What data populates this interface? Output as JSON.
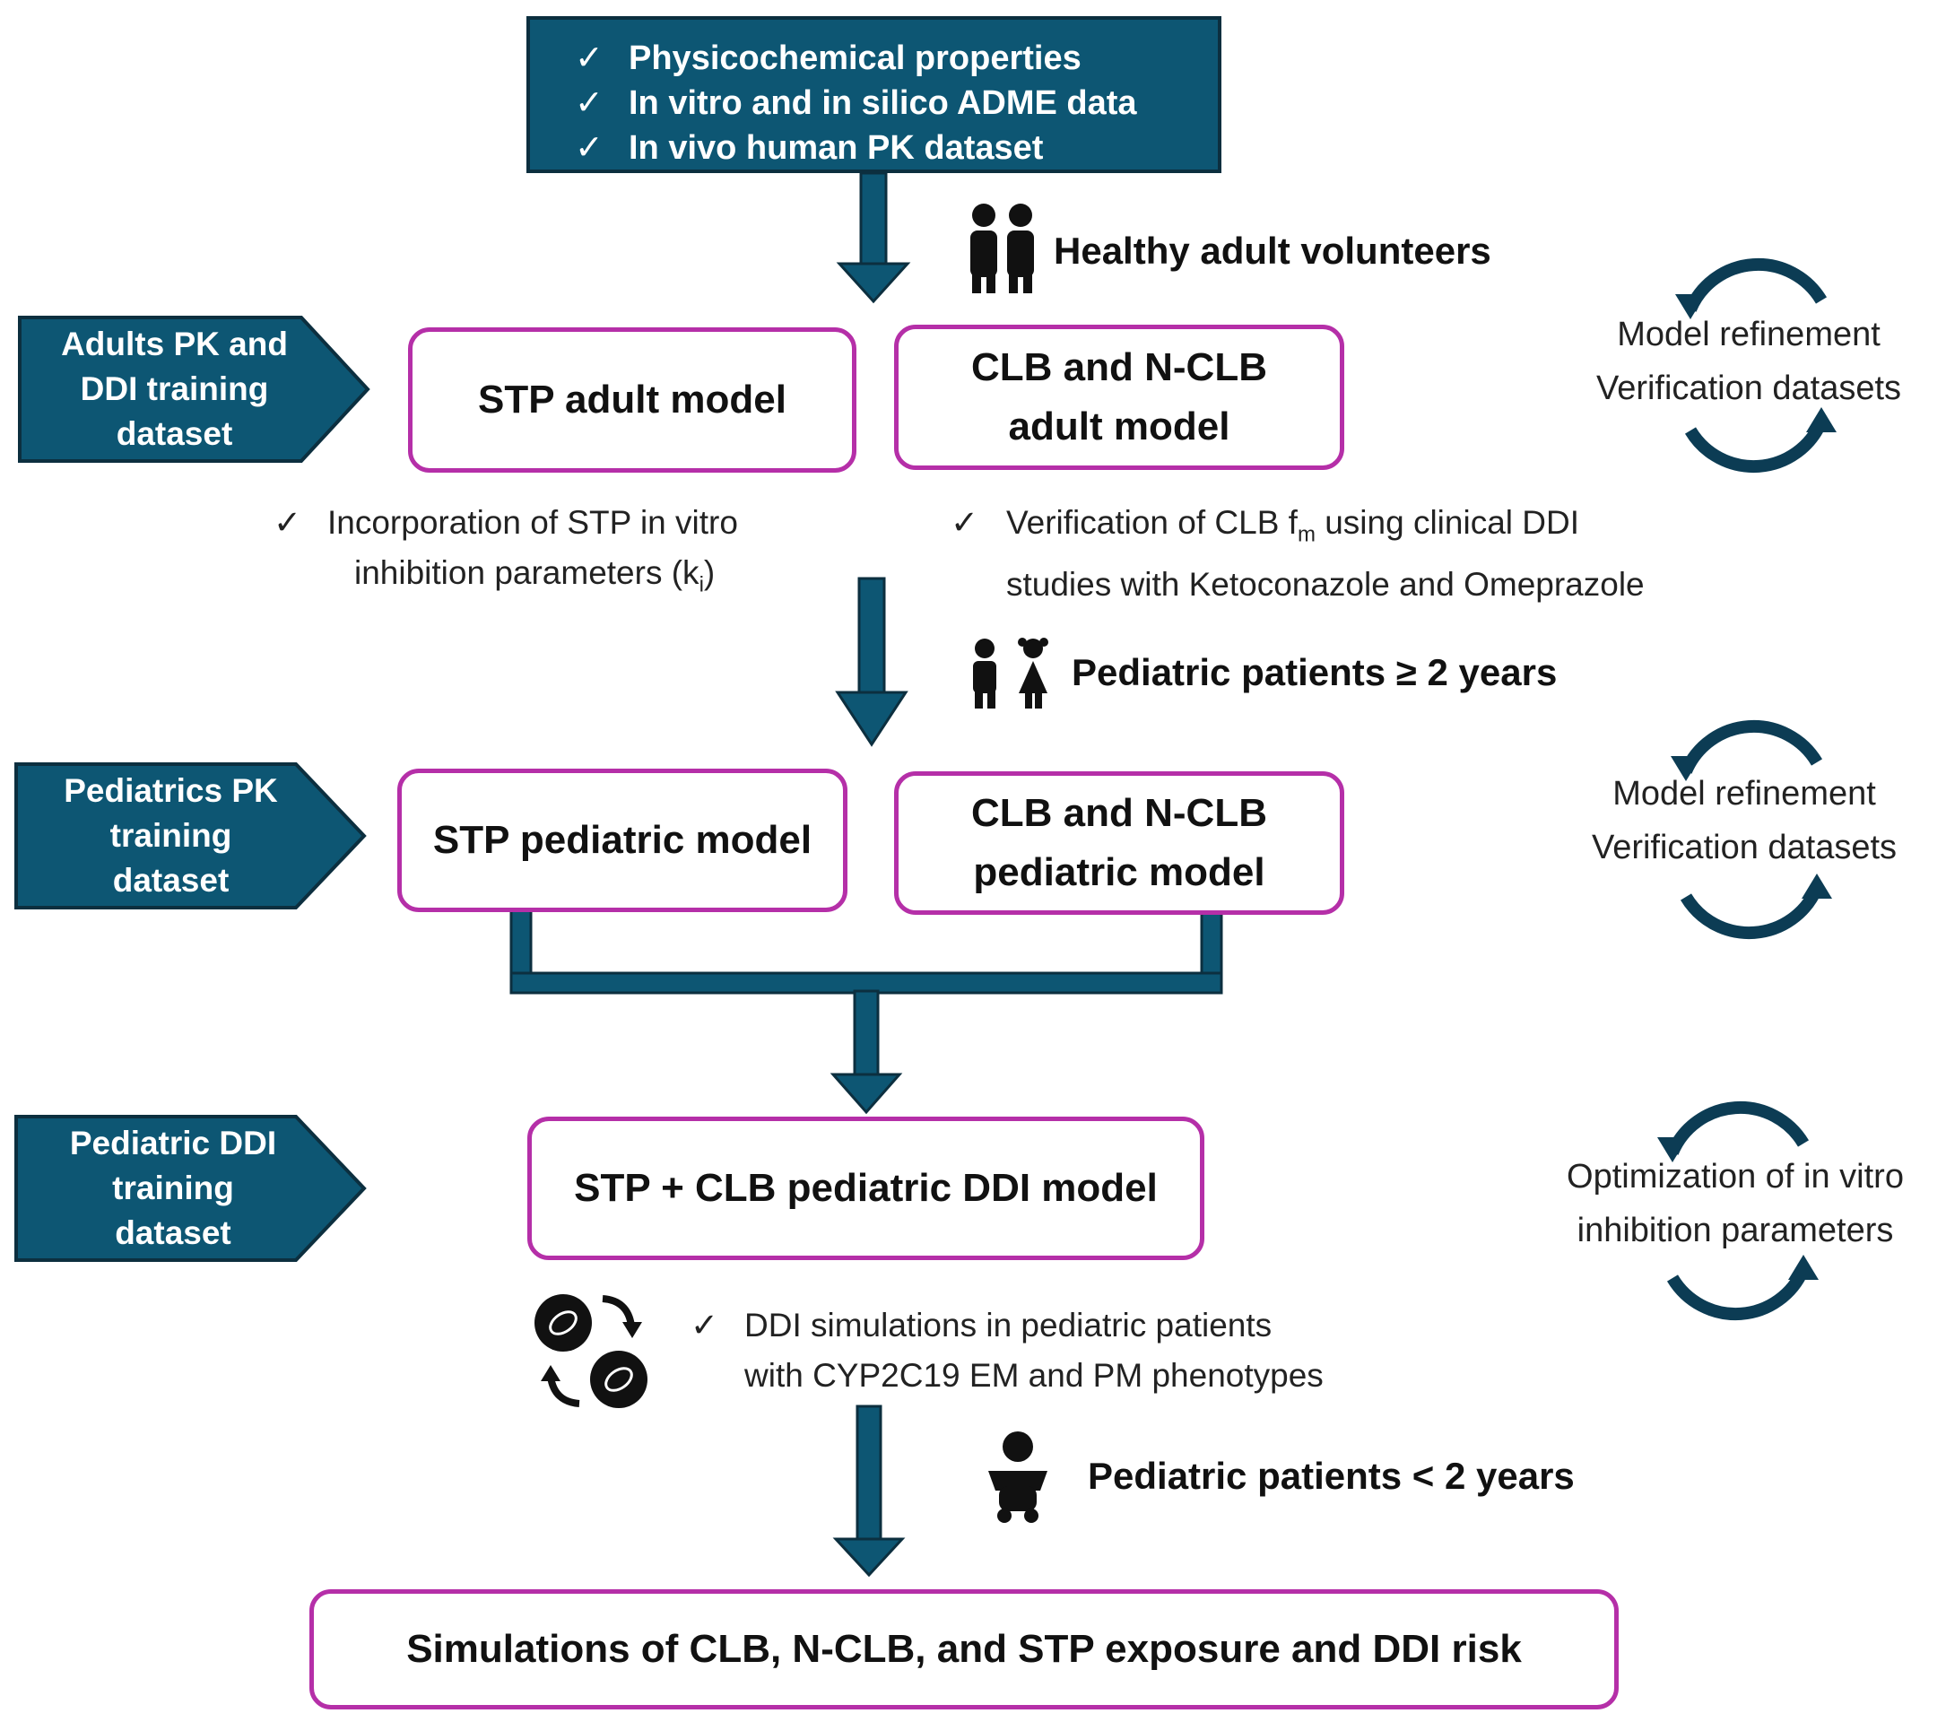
{
  "inputs": {
    "check": "✓",
    "items": [
      "Physicochemical properties",
      "In vitro and in silico ADME data",
      "In vivo human PK dataset"
    ]
  },
  "populations": {
    "adults": "Healthy adult volunteers",
    "peds_over2": "Pediatric patients ≥ 2 years",
    "peds_under2": "Pediatric patients < 2 years"
  },
  "datasets": {
    "adult": [
      "Adults PK and",
      "DDI training",
      "dataset"
    ],
    "pediatric_pk": [
      "Pediatrics PK",
      "training",
      "dataset"
    ],
    "pediatric_ddi": [
      "Pediatric DDI",
      "training",
      "dataset"
    ]
  },
  "models": {
    "stp_adult": "STP adult model",
    "clb_adult": [
      "CLB and N-CLB",
      "adult model"
    ],
    "stp_pediatric": "STP pediatric model",
    "clb_pediatric": [
      "CLB and N-CLB",
      "pediatric model"
    ],
    "ddi_pediatric": "STP + CLB pediatric DDI model",
    "final": "Simulations of CLB, N-CLB, and STP exposure and DDI risk"
  },
  "notes": {
    "check": "✓",
    "stp_line1": "Incorporation of STP in vitro",
    "stp_line2_pre": "inhibition parameters (k",
    "stp_line2_sub": "i",
    "stp_line2_post": ")",
    "clb_line1_pre": "Verification of CLB f",
    "clb_line1_sub": "m",
    "clb_line1_post": " using clinical DDI",
    "clb_line2": "studies with Ketoconazole and Omeprazole",
    "ddi_line1": "DDI simulations in pediatric patients",
    "ddi_line2": "with CYP2C19 EM and PM phenotypes"
  },
  "cycles": {
    "refine_line1": "Model refinement",
    "refine_line2": "Verification datasets",
    "optim_line1": "Optimization of in vitro",
    "optim_line2": "inhibition parameters"
  },
  "colors": {
    "teal": "#0d5673",
    "dark_border": "#0c2f3f",
    "magenta": "#b52fa8",
    "arrow": "#0d3b56"
  },
  "icons": [
    "adults-silhouette-icon",
    "children-silhouette-icon",
    "drug-interaction-cycle-icon",
    "baby-silhouette-icon",
    "cycle-arrows-icon"
  ]
}
